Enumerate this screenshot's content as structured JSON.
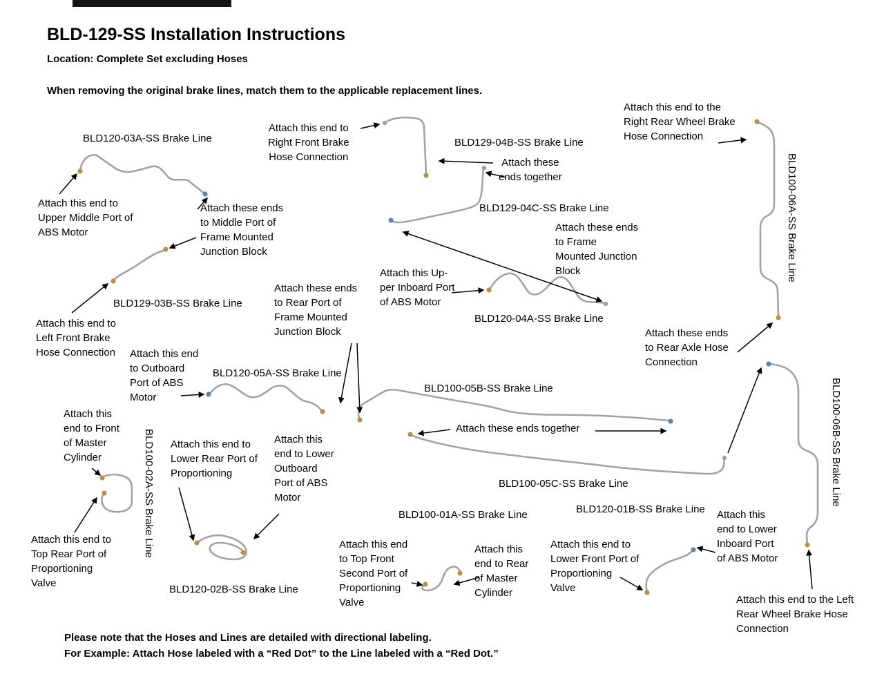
{
  "header": {
    "title": "BLD-129-SS Installation Instructions",
    "subtitle": "Location: Complete Set excluding Hoses",
    "intro": "When removing the original brake lines, match them to the applicable replacement lines."
  },
  "footer": {
    "note1": "Please note that the Hoses and Lines are detailed with directional labeling.",
    "note2": "For Example: Attach Hose labeled with a “Red Dot” to the Line labeled with a “Red Dot.”"
  },
  "colors": {
    "brake_line": "#a3a3a3",
    "fitting_gold": "#b5924c",
    "fitting_blue": "#5b84a8",
    "fitting_gray": "#9aa0a4",
    "arrow": "#000000"
  },
  "labels": [
    {
      "text": "BLD120-03A-SS Brake Line"
    },
    {
      "text": "Attach this end to\nRight Front Brake\nHose Connection"
    },
    {
      "text": "BLD129-04B-SS Brake Line"
    },
    {
      "text": "Attach this end to the\nRight Rear Wheel Brake\nHose Connection"
    },
    {
      "text": "Attach these\nends together"
    },
    {
      "text": "BLD100-06A-SS Brake Line"
    },
    {
      "text": "Attach this end to\nUpper Middle Port of\nABS Motor"
    },
    {
      "text": "Attach these ends\nto Middle Port of\nFrame Mounted\nJunction Block"
    },
    {
      "text": "BLD129-04C-SS Brake Line"
    },
    {
      "text": "Attach these ends\nto Frame\nMounted Junction\nBlock"
    },
    {
      "text": "Attach this Up-\nper Inboard Port\nof ABS Motor"
    },
    {
      "text": "BLD129-03B-SS Brake Line"
    },
    {
      "text": "Attach these ends\nto Rear Port of\nFrame Mounted\nJunction Block"
    },
    {
      "text": "BLD120-04A-SS Brake Line"
    },
    {
      "text": "Attach this end to\nLeft Front Brake\nHose Connection"
    },
    {
      "text": "Attach these ends\nto Rear Axle Hose\nConnection"
    },
    {
      "text": "Attach this end\nto Outboard\nPort of ABS\nMotor"
    },
    {
      "text": "BLD120-05A-SS Brake Line"
    },
    {
      "text": "BLD100-05B-SS Brake Line"
    },
    {
      "text": "BLD100-06B-SS Brake Line"
    },
    {
      "text": "Attach this\nend to Front\nof Master\nCylinder"
    },
    {
      "text": "BLD100-02A-SS Brake Line"
    },
    {
      "text": "Attach this end to\nLower Rear Port of\nProportioning"
    },
    {
      "text": "Attach this\nend to Lower\nOutboard\nPort of ABS\nMotor"
    },
    {
      "text": "Attach these ends together"
    },
    {
      "text": "BLD100-05C-SS Brake Line"
    },
    {
      "text": "BLD100-01A-SS Brake Line"
    },
    {
      "text": "BLD120-01B-SS Brake Line"
    },
    {
      "text": "Attach this\nend to Lower\nInboard Port\nof ABS Motor"
    },
    {
      "text": "Attach this end to\nTop Rear Port of\nProportioning\nValve"
    },
    {
      "text": "BLD120-02B-SS Brake Line"
    },
    {
      "text": "Attach this end\nto Top Front\nSecond Port of\nProportioning\nValve"
    },
    {
      "text": "Attach this\nend to Rear\nof Master\nCylinder"
    },
    {
      "text": "Attach this end to\nLower Front Port of\nProportioning\nValve"
    },
    {
      "text": "Attach this end to the Left\nRear Wheel Brake Hose\nConnection"
    }
  ]
}
